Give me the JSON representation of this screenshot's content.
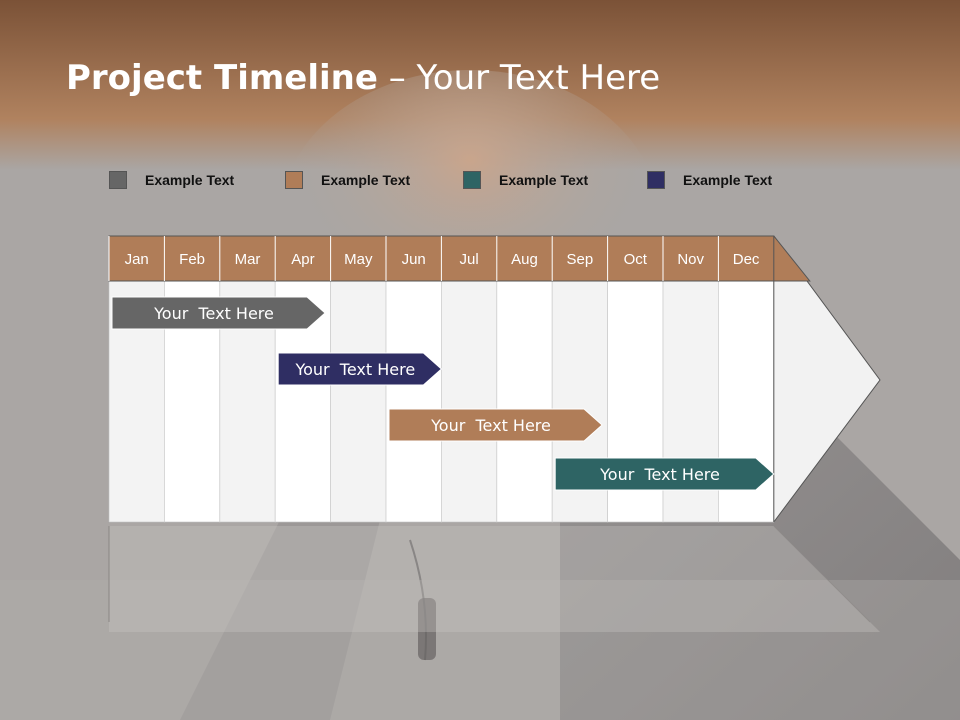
{
  "slide": {
    "title_bold": "Project Timeline",
    "title_rest": " – Your Text Here"
  },
  "legend": [
    {
      "label": "Example Text",
      "color": "#666666"
    },
    {
      "label": "Example Text",
      "color": "#b07d58"
    },
    {
      "label": "Example Text",
      "color": "#2e6464"
    },
    {
      "label": "Example Text",
      "color": "#2f2e63"
    }
  ],
  "timeline": {
    "header_color": "#b07d58",
    "months": [
      "Jan",
      "Feb",
      "Mar",
      "Apr",
      "May",
      "Jun",
      "Jul",
      "Aug",
      "Sep",
      "Oct",
      "Nov",
      "Dec"
    ],
    "tasks": [
      {
        "label": "Your  Text Here",
        "start": 0,
        "end": 3.9,
        "color": "#666666"
      },
      {
        "label": "Your  Text Here",
        "start": 3,
        "end": 6.0,
        "color": "#2f2e63"
      },
      {
        "label": "Your  Text Here",
        "start": 5,
        "end": 8.9,
        "color": "#b07d58"
      },
      {
        "label": "Your  Text Here",
        "start": 8,
        "end": 12,
        "color": "#2e6464"
      }
    ]
  }
}
